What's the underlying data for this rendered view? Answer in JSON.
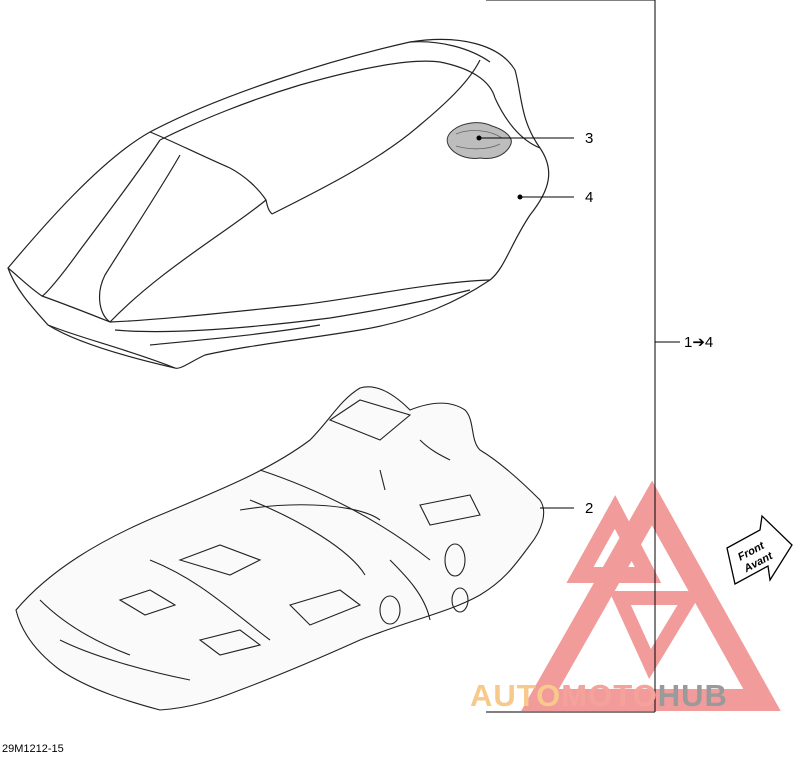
{
  "callouts": {
    "c3": "3",
    "c4": "4",
    "c14": "1➔4",
    "c2": "2"
  },
  "front_arrow": {
    "line1": "Front",
    "line2": "Avant"
  },
  "figure_id": "29M1212-15",
  "watermark": {
    "part1": "AUTO",
    "part2": "MOTO",
    "part3": "HUB",
    "colors": {
      "auto": "#f7c98b",
      "moto": "#f4a39b",
      "hub": "#9a9a9a",
      "triangle": "#f08a8a"
    }
  }
}
